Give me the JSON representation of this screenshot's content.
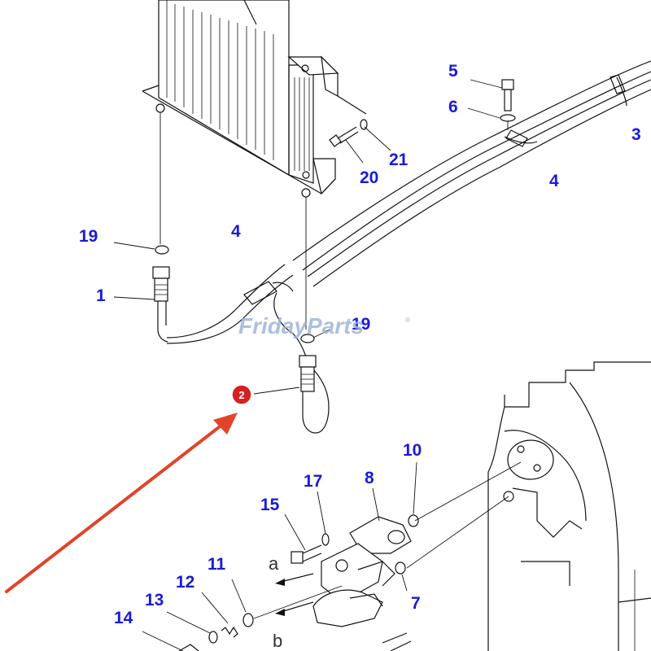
{
  "watermark": {
    "text": "FridayParts",
    "mark": "®"
  },
  "highlight": {
    "label": "2",
    "color": "#d42020",
    "arrow_color": "#e0452a"
  },
  "callout_color": "#1a1ad6",
  "callouts": {
    "c1": "1",
    "c3": "3",
    "c4a": "4",
    "c4b": "4",
    "c5": "5",
    "c6": "6",
    "c7": "7",
    "c8": "8",
    "c10": "10",
    "c11": "11",
    "c12": "12",
    "c13": "13",
    "c14": "14",
    "c15": "15",
    "c17": "17",
    "c19a": "19",
    "c19b": "19",
    "c20": "20",
    "c21": "21"
  },
  "direction_marks": {
    "a": "a",
    "b": "b"
  }
}
